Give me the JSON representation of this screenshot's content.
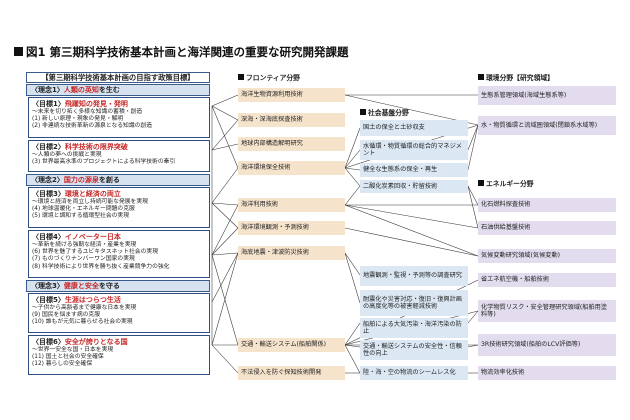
{
  "title": "図1 第三期科学技術基本計画と海洋関連の重要な研究開発課題",
  "left_header": "【第三期科学技術基本計画の目指す政策目標】",
  "rinen": [
    {
      "label": "〈理念1〉",
      "accent": "人類の英知",
      "rest": "を生む"
    },
    {
      "label": "〈理念2〉",
      "accent": "国力の源泉",
      "rest": "を創る"
    },
    {
      "label": "〈理念3〉",
      "accent": "健康と安全",
      "rest": "を守る"
    }
  ],
  "goals": [
    {
      "label": "〈目標1〉",
      "accent": "飛躍知の発見・発明",
      "lines": [
        "～未来を切り拓く多様な知識の蓄積・創造",
        "(1) 新しい原理・現象の発見・解明",
        "(2) 非連続な技術革新の源泉となる知識の創造"
      ]
    },
    {
      "label": "〈目標2〉",
      "accent": "科学技術の限界突破",
      "lines": [
        "～人類の夢への挑戦と実現",
        "(3) 世界最高水準のプロジェクトによる科学技術の牽引"
      ]
    },
    {
      "label": "〈目標3〉",
      "accent": "環境と経済の両立",
      "lines": [
        "～環境と経済を両立し持続可能な発展を実現",
        "(4) 地球温暖化・エネルギー問題の克服",
        "(5) 環境と調和する循環型社会の実現"
      ]
    },
    {
      "label": "〈目標4〉",
      "accent": "イノベーター日本",
      "lines": [
        "～革新を続ける強靭な経済・産業を実現",
        "(6) 世界を魅了するユビキタスネット社会の実現",
        "(7) ものづくりナンバーワン国家の実現",
        "(8) 科学技術により世界を勝ち抜く産業競争力の強化"
      ]
    },
    {
      "label": "〈目標5〉",
      "accent": "生涯はつらつ生活",
      "lines": [
        "～子供から高齢者まで健康な日本を実現",
        "(9) 国民を悩ます病の克服",
        "(10) 誰もが元気に暮らせる社会の実現"
      ]
    },
    {
      "label": "〈目標6〉",
      "accent": "安全が誇りとなる国",
      "lines": [
        "～世界一安全な国・日本を実現",
        "(11) 国土と社会の安全確保",
        "(12) 暮らしの安全確保"
      ]
    }
  ],
  "sections": {
    "frontier": "フロンティア分野",
    "social": "社会基盤分野",
    "environment": "環境分野【研究領域】",
    "energy": "エネルギー分野"
  },
  "frontier_items": [
    "海洋生物資源利用技術",
    "深海・深海底探査技術",
    "地球内部構造解明研究",
    "海洋環境保全技術",
    "海洋利用技術",
    "海洋環境観測・予測技術",
    "海底地震・津波防災技術",
    "交通・輸送システム(船舶関係)",
    "不法侵入を防ぐ探知技術開発"
  ],
  "social_items": [
    "国土の保全と土砂収支",
    "水循環・物質循環の総合的マネジメント",
    "健全な生態系の保全・再生",
    "二酸化炭素回収・貯留技術",
    "地震観測・監視・予測等の調査研究",
    "耐震化や災害対応・復旧・復興計画の高度化等の被害軽減技術",
    "船舶による大気汚染・海洋汚染の防止",
    "交通・輸送システムの安全性・信頼性の向上",
    "陸・海・空の物流のシームレス化"
  ],
  "env_items": [
    "生態系管理領域(海域生態系等)",
    "水・物質循環と流域圏領域(閉鎖系水域等)"
  ],
  "energy_items": [
    "化石燃料探査技術",
    "石油供給基盤技術",
    "気候変動研究領域(気候変動)",
    "省エネ航空機・船舶技術",
    "化学物質リスク・安全管理研究領域(船舶用塗料等)",
    "3R技術研究領域(船舶のLCV評価等)",
    "物流効率化技術"
  ]
}
